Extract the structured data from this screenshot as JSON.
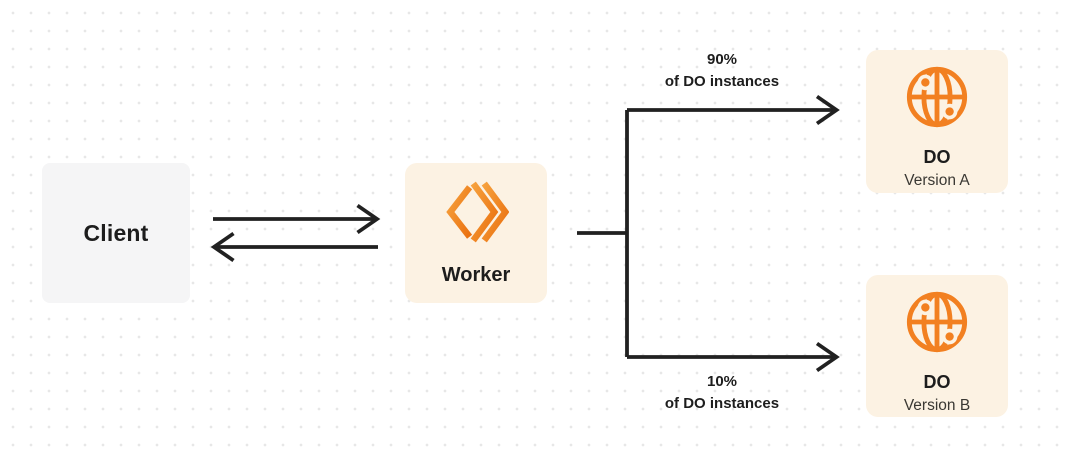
{
  "colors": {
    "background": "#ffffff",
    "grid_dot": "#e7e7e7",
    "line": "#212121",
    "orange": "#f28021",
    "orange_dark": "#ea700f",
    "orange_light": "#f6a13d",
    "node_cream": "#fcf2e3",
    "node_gray": "#f5f5f6",
    "text": "#1d1d1d",
    "text_soft": "#3a3833"
  },
  "nodes": {
    "client": {
      "label": "Client"
    },
    "worker": {
      "label": "Worker",
      "icon": "workers-brackets-icon"
    },
    "do_version_a": {
      "title": "DO",
      "subtitle": "Version A",
      "icon": "globe-icon"
    },
    "do_version_b": {
      "title": "DO",
      "subtitle": "Version B",
      "icon": "globe-icon"
    }
  },
  "edges": {
    "client_worker": {
      "type": "bidirectional-arrows"
    },
    "branch_top": {
      "percent": "90%",
      "caption": "of DO instances"
    },
    "branch_bottom": {
      "percent": "10%",
      "caption": "of DO instances"
    }
  }
}
